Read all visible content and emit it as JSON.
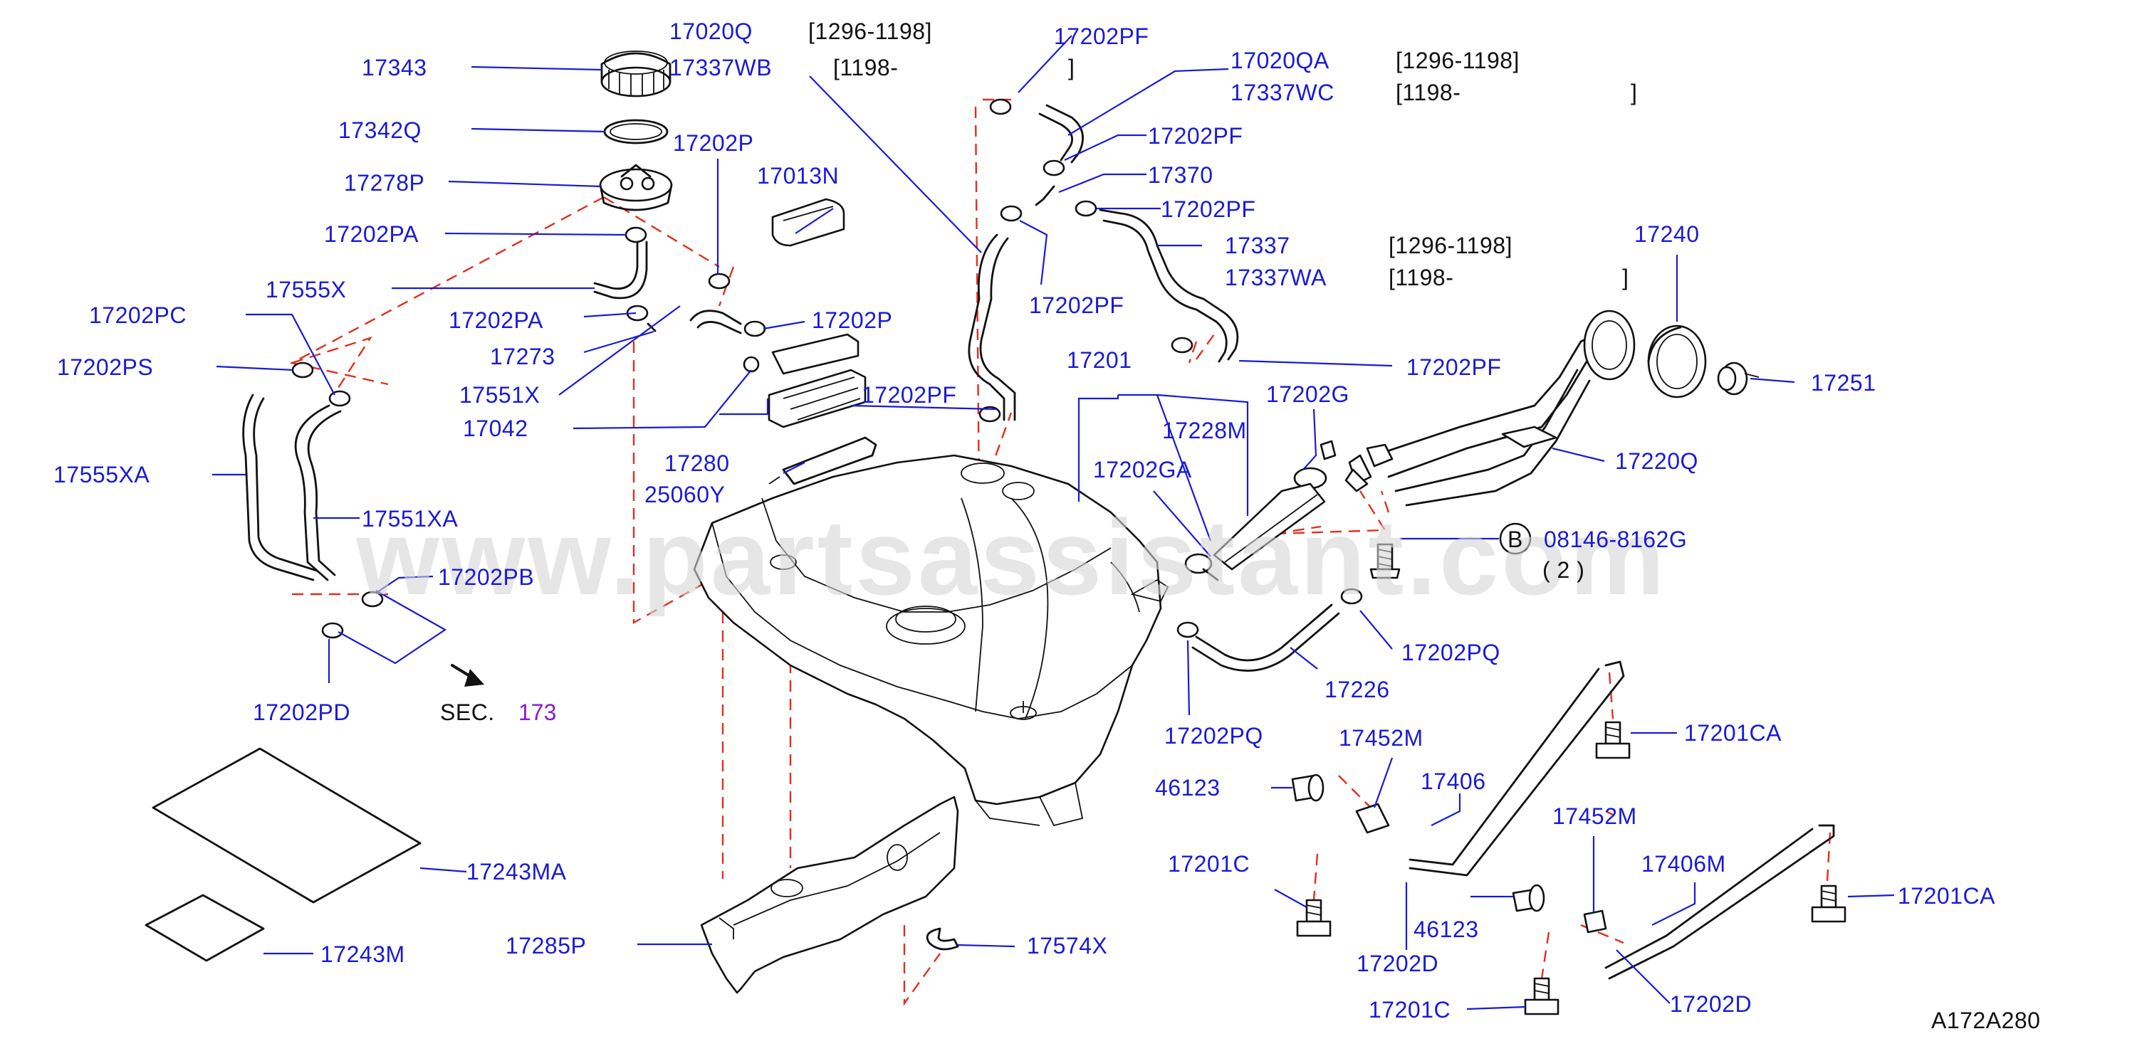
{
  "watermark": "www.partsassistant.com",
  "diagram_code": "A172A280",
  "section_ref": {
    "prefix": "SEC.",
    "number": "173"
  },
  "callout_letter": "B",
  "labels": {
    "p17343": "17343",
    "p17020Q": "17020Q",
    "p17337WB": "17337WB",
    "r17020Q": "[1296-1198]",
    "r17337WB_a": "[1198-",
    "r17337WB_b": "]",
    "p17342Q": "17342Q",
    "p17202P_top": "17202P",
    "p17278P": "17278P",
    "p17013N": "17013N",
    "p17202PA_top": "17202PA",
    "p17555X": "17555X",
    "p17202PC": "17202PC",
    "p17202PA_mid": "17202PA",
    "p17202P_mid": "17202P",
    "p17202PS": "17202PS",
    "p17273": "17273",
    "p17551X": "17551X",
    "p17042": "17042",
    "p17202PF_left": "17202PF",
    "p17280": "17280",
    "p25060Y": "25060Y",
    "p17555XA": "17555XA",
    "p17551XA": "17551XA",
    "p17202PB": "17202PB",
    "p17202PD": "17202PD",
    "p17202PF_1": "17202PF",
    "p17020QA": "17020QA",
    "r17020QA": "[1296-1198]",
    "p17337WC": "17337WC",
    "r17337WC_a": "[1198-",
    "r17337WC_b": "]",
    "p17202PF_2": "17202PF",
    "p17370": "17370",
    "p17202PF_3": "17202PF",
    "p17337": "17337",
    "r17337": "[1296-1198]",
    "p17337WA": "17337WA",
    "r17337WA_a": "[1198-",
    "r17337WA_b": "]",
    "p17202PF_4": "17202PF",
    "p17240": "17240",
    "p17202PF_5": "17202PF",
    "p17251": "17251",
    "p17201": "17201",
    "p17202G": "17202G",
    "p17228M": "17228M",
    "p17202GA": "17202GA",
    "p17220Q": "17220Q",
    "p08146": "08146-8162G",
    "q08146": "( 2 )",
    "p17202PQ_r": "17202PQ",
    "p17226": "17226",
    "p17202PQ_b": "17202PQ",
    "p17452M_1": "17452M",
    "p17201CA_1": "17201CA",
    "p46123_1": "46123",
    "p17406": "17406",
    "p17452M_2": "17452M",
    "p17201C_1": "17201C",
    "p17406M": "17406M",
    "p17201CA_2": "17201CA",
    "p46123_2": "46123",
    "p17243MA": "17243MA",
    "p17285P": "17285P",
    "p17574X": "17574X",
    "p17202D_1": "17202D",
    "p17243M": "17243M",
    "p17201C_2": "17201C",
    "p17202D_2": "17202D"
  }
}
